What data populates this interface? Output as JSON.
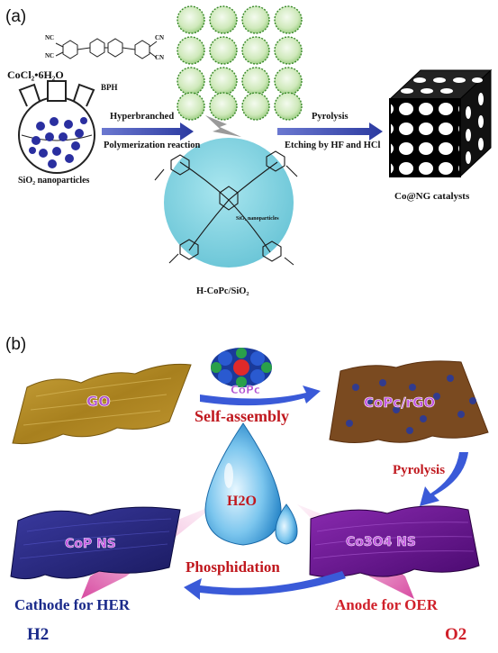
{
  "panel_a": {
    "label": "(a)",
    "reagent_metal": "CoCl₂•6H₂O",
    "reagent_bph": "BPH",
    "substrate_label": "SiO₂ nanoparticles",
    "step1_line1": "Hyperbranched",
    "step1_line2": "Polymerization reaction",
    "sphere_label": "SiO₂ nanoparticles",
    "intermediate_label": "H-CoPc/SiO₂",
    "step2_line1": "Pyrolysis",
    "step2_line2": "Etching by HF and HCl",
    "product_label": "Co@NG catalysts",
    "cn_labels": [
      "NC",
      "NC",
      "CN",
      "CN"
    ]
  },
  "panel_b": {
    "label": "(b)",
    "go_label": "GO",
    "copc_label": "CoPc",
    "self_assembly_label": "Self-assembly",
    "copc_rgo_label": "CoPc/rGO",
    "pyrolysis_label": "Pyrolysis",
    "water_label": "H2O",
    "cop_label": "CoP NS",
    "co3o4_label": "Co3O4 NS",
    "phosphidation_label": "Phosphidation",
    "cathode_label": "Cathode for HER",
    "anode_label": "Anode for OER",
    "h2_label": "H2",
    "o2_label": "O2"
  },
  "colors": {
    "sphere_green": "#c8e6b0",
    "sphere_border": "#3a8a2a",
    "silica_blue": "#7fd3e0",
    "np_blue": "#2a2fa0",
    "arrow_blue": "#3a4bb0",
    "go_gold": "#b8902a",
    "rgo_brown": "#8a5a2a",
    "cop_navy": "#2a2a7a",
    "co3o4_purple": "#6a1a8a",
    "label_red": "#c0181e",
    "label_purple": "#b04fd0",
    "drop_blue": "#5fb8e8",
    "hydrogen_navy": "#1a2a8a",
    "oxygen_red": "#d0202a"
  }
}
